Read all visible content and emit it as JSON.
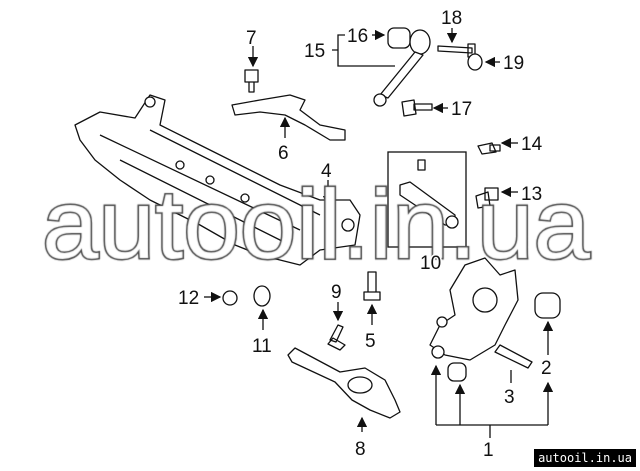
{
  "watermark": "autooil.in.ua",
  "site_label": "autooil.in.ua",
  "callouts": {
    "c1": "1",
    "c2": "2",
    "c3": "3",
    "c4": "4",
    "c5": "5",
    "c6": "6",
    "c7": "7",
    "c8": "8",
    "c9": "9",
    "c10": "10",
    "c11": "11",
    "c12": "12",
    "c13": "13",
    "c14": "14",
    "c15": "15",
    "c16": "16",
    "c17": "17",
    "c18": "18",
    "c19": "19"
  }
}
